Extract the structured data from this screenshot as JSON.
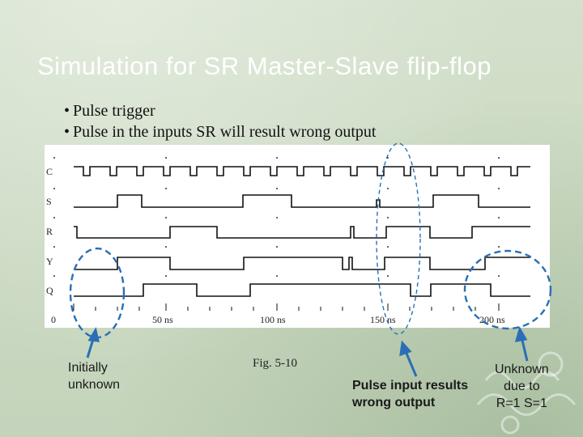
{
  "slide": {
    "title": "Simulation for SR Master-Slave flip-flop",
    "bullets": [
      "Pulse trigger",
      "Pulse in the inputs SR will result wrong output"
    ]
  },
  "figure": {
    "signals": [
      "C",
      "S",
      "R",
      "Y",
      "Q"
    ],
    "axis_zero": "0",
    "time_labels": [
      "50 ns",
      "100 ns",
      "150 ns",
      "200 ns"
    ],
    "caption": "Fig. 5-10"
  },
  "callouts": {
    "initial": [
      "Initially",
      "unknown"
    ],
    "pulse": [
      "Pulse input results",
      "wrong output"
    ],
    "unknown": [
      "Unknown",
      "due to",
      "R=1 S=1"
    ]
  },
  "colors": {
    "background": "#c9d8c0",
    "title": "#ffffff",
    "annotation": "#2a6fb5"
  }
}
